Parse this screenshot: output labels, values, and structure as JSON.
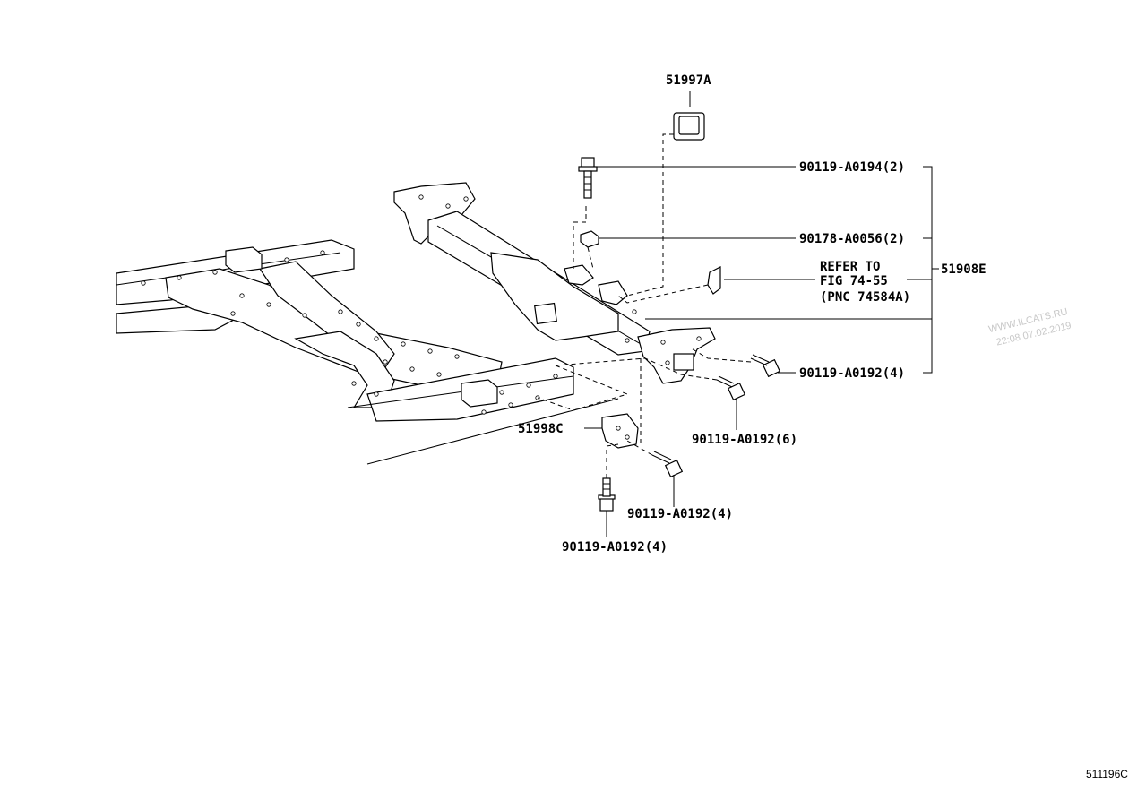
{
  "diagram": {
    "callouts": {
      "part_51997A": "51997A",
      "bolt_top": "90119-A0194(2)",
      "nut": "90178-A0056(2)",
      "refer_line1": "REFER TO",
      "refer_line2": "FIG 74-55",
      "refer_line3": "(PNC 74584A)",
      "assembly": "51908E",
      "bolt_right": "90119-A0192(4)",
      "bolt_mid": "90119-A0192(6)",
      "bracket": "51998C",
      "bolt_lower_right": "90119-A0192(4)",
      "bolt_lower_left": "90119-A0192(4)"
    },
    "watermark_line1": "WWW.ILCATS.RU",
    "watermark_line2": "22:08 07.02.2019",
    "figure_code": "511196C"
  }
}
